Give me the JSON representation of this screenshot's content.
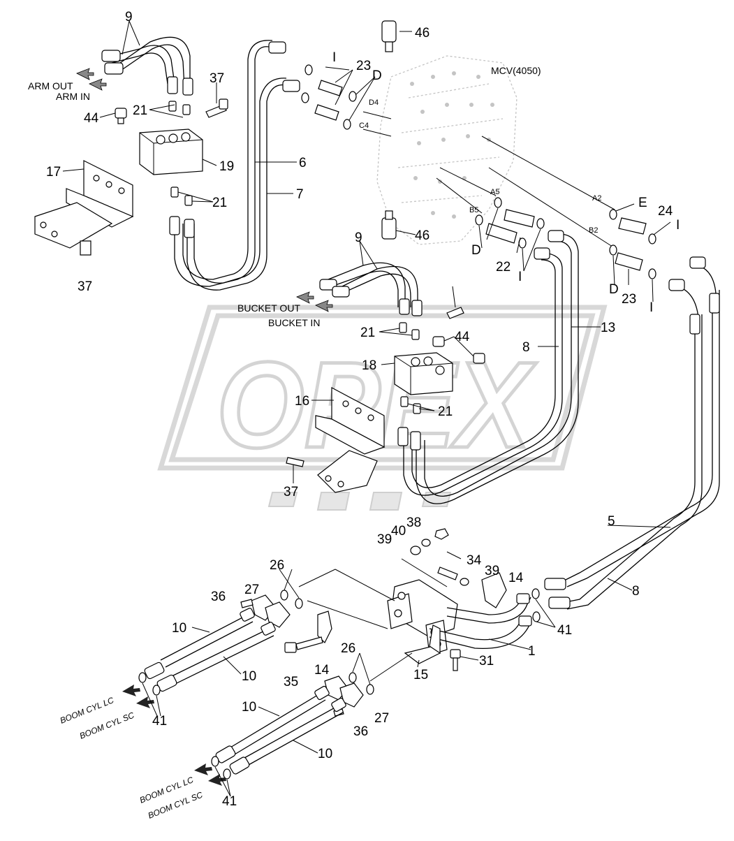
{
  "diagram": {
    "block_label": "MCV(4050)",
    "watermark_text": "OPEX",
    "port_labels": [
      "D4",
      "C4",
      "A5",
      "B5",
      "A2",
      "B2"
    ],
    "letter_markers": [
      "I",
      "D",
      "D",
      "I",
      "E",
      "I",
      "D",
      "I"
    ],
    "direction_labels": [
      "ARM OUT",
      "ARM IN",
      "BUCKET OUT",
      "BUCKET IN"
    ],
    "boom_labels": [
      "BOOM CYL LC",
      "BOOM CYL SC",
      "BOOM CYL LC",
      "BOOM CYL SC"
    ],
    "callouts": [
      "9",
      "46",
      "37",
      "23",
      "21",
      "44",
      "19",
      "17",
      "6",
      "7",
      "21",
      "46",
      "37",
      "9",
      "22",
      "24",
      "23",
      "21",
      "44",
      "18",
      "8",
      "13",
      "16",
      "21",
      "37",
      "38",
      "40",
      "39",
      "26",
      "34",
      "39",
      "14",
      "27",
      "36",
      "10",
      "10",
      "14",
      "35",
      "26",
      "15",
      "31",
      "5",
      "8",
      "41",
      "1",
      "41",
      "10",
      "27",
      "36",
      "10",
      "41"
    ],
    "colors": {
      "ink": "#000000",
      "watermark": "#d8d8d8",
      "valve_shade": "#c4c4c4"
    }
  }
}
